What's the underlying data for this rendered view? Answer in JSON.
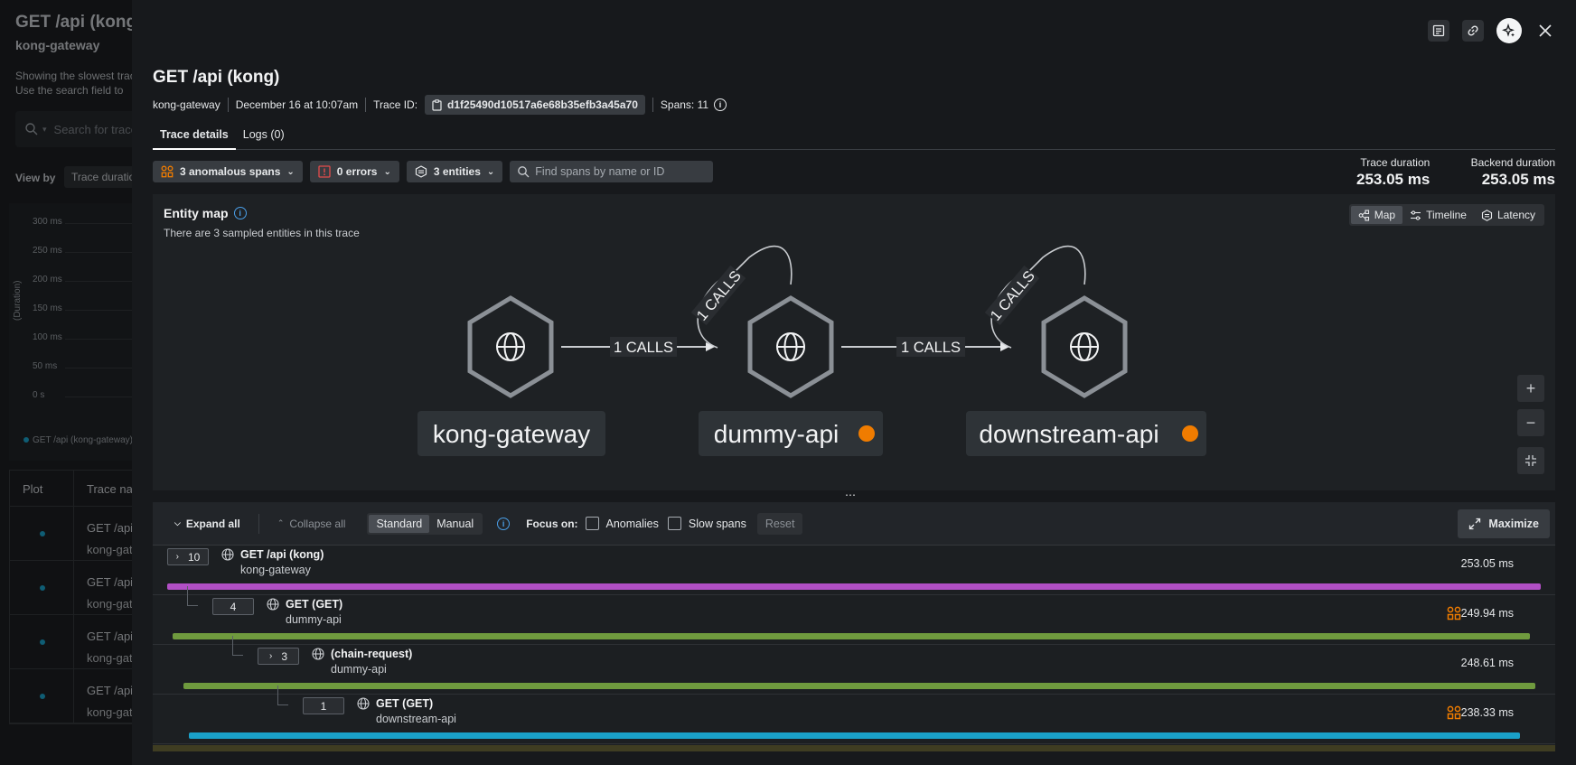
{
  "background": {
    "title": "GET /api (kong)",
    "subtitle": "kong-gateway",
    "desc_line1": "Showing the slowest traces",
    "desc_line2": "Use the search field to",
    "search_placeholder": "Search for traces",
    "view_by_label": "View by",
    "view_by_value": "Trace duration",
    "y_axis_label": "(Duration)",
    "y_ticks": [
      "300 ms",
      "250 ms",
      "200 ms",
      "150 ms",
      "100 ms",
      "50 ms",
      "0 s"
    ],
    "legend": "GET /api (kong-gateway)",
    "table_headers": [
      "Plot",
      "Trace name"
    ],
    "rows": [
      {
        "name": "GET /api",
        "service": "kong-gateway"
      },
      {
        "name": "GET /api",
        "service": "kong-gateway"
      },
      {
        "name": "GET /api",
        "service": "kong-gateway"
      },
      {
        "name": "GET /api",
        "service": "kong-gateway"
      }
    ]
  },
  "trace": {
    "title": "GET /api (kong)",
    "service": "kong-gateway",
    "date": "December 16 at 10:07am",
    "trace_id_label": "Trace ID:",
    "trace_id": "d1f25490d10517a6e68b35efb3a45a70",
    "spans_label": "Spans: 11"
  },
  "tabs": [
    {
      "label": "Trace details",
      "active": true
    },
    {
      "label": "Logs (0)",
      "active": false
    }
  ],
  "filters": {
    "anomalous": "3 anomalous spans",
    "errors": "0 errors",
    "entities": "3 entities",
    "search_placeholder": "Find spans by name or ID"
  },
  "durations": {
    "trace_label": "Trace duration",
    "trace_value": "253.05 ms",
    "backend_label": "Backend duration",
    "backend_value": "253.05 ms"
  },
  "entity_map": {
    "title": "Entity map",
    "subtitle": "There are 3 sampled entities in this trace",
    "views": [
      {
        "label": "Map",
        "active": true,
        "icon": "map-icon"
      },
      {
        "label": "Timeline",
        "active": false,
        "icon": "timeline-icon"
      },
      {
        "label": "Latency",
        "active": false,
        "icon": "latency-icon"
      }
    ],
    "nodes": [
      {
        "name": "kong-gateway",
        "anomaly": false
      },
      {
        "name": "dummy-api",
        "anomaly": true
      },
      {
        "name": "downstream-api",
        "anomaly": true
      }
    ],
    "edges": [
      {
        "label": "1 CALLS"
      },
      {
        "label": "1 CALLS"
      }
    ],
    "self_calls": [
      {
        "label": "1 CALLS"
      },
      {
        "label": "1 CALLS"
      }
    ],
    "anomaly_color": "#f07c00"
  },
  "span_toolbar": {
    "expand": "Expand all",
    "collapse": "Collapse all",
    "mode_standard": "Standard",
    "mode_manual": "Manual",
    "focus_label": "Focus on:",
    "anomalies": "Anomalies",
    "slow_spans": "Slow spans",
    "reset": "Reset",
    "maximize": "Maximize"
  },
  "spans": [
    {
      "count": "10",
      "name": "GET /api (kong)",
      "service": "kong-gateway",
      "duration": "253.05 ms",
      "anomalous": false,
      "color": "#b14fc5",
      "start": 0.0,
      "end": 1.0,
      "depth": 0,
      "chevron": true
    },
    {
      "count": "4",
      "name": "GET (GET)",
      "service": "dummy-api",
      "duration": "249.94 ms",
      "anomalous": true,
      "color": "#6f9a3e",
      "start": 0.004,
      "end": 0.992,
      "depth": 1,
      "chevron": false
    },
    {
      "count": "3",
      "name": "(chain-request)",
      "service": "dummy-api",
      "duration": "248.61 ms",
      "anomalous": false,
      "color": "#6f9a3e",
      "start": 0.012,
      "end": 0.996,
      "depth": 2,
      "chevron": true
    },
    {
      "count": "1",
      "name": "GET (GET)",
      "service": "downstream-api",
      "duration": "238.33 ms",
      "anomalous": true,
      "color": "#1aa0c8",
      "start": 0.016,
      "end": 0.985,
      "depth": 3,
      "chevron": false
    }
  ]
}
